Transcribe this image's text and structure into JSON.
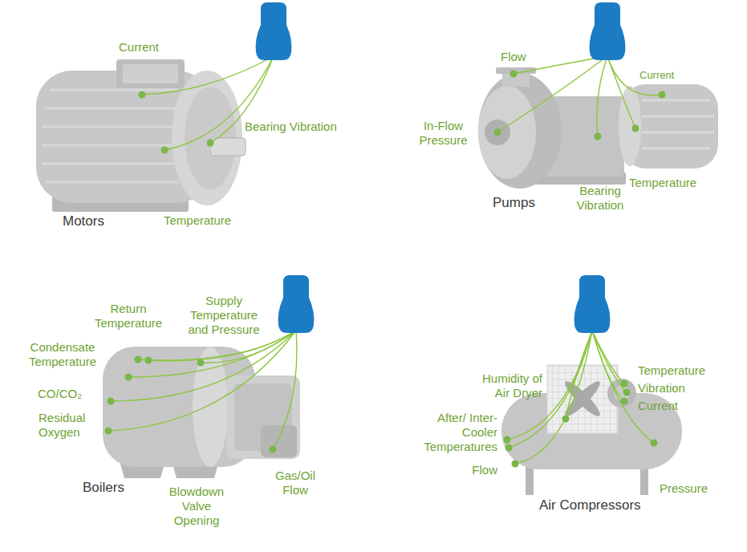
{
  "diagram": {
    "labels": [
      "Current",
      "Bearing Vibration",
      "Temperature",
      "Motors",
      "Flow",
      "Current",
      "In-Flow Pressure",
      "Pumps",
      "Bearing Vibration",
      "Temperature",
      "Return Temperature",
      "Supply Temperature and Pressure",
      "Condensate Temperature",
      "CO/CO₂",
      "Residual Oxygen",
      "Boilers",
      "Blowdown Valve Opening",
      "Gas/Oil Flow",
      "Humidity of Air Dryer",
      "Temperature",
      "Vibration",
      "Current",
      "After/ Inter-Cooler Temperatures",
      "Flow",
      "Pressure",
      "Air Compressors"
    ]
  }
}
